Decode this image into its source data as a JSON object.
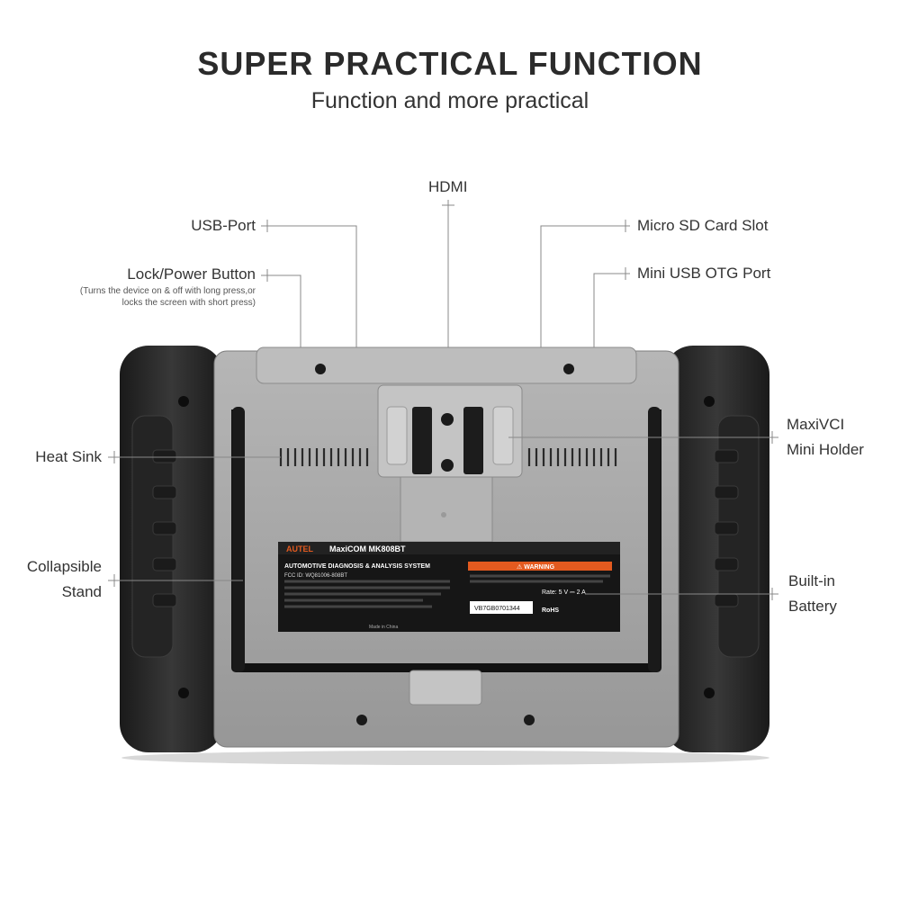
{
  "header": {
    "title": "SUPER PRACTICAL FUNCTION",
    "subtitle": "Function and more practical"
  },
  "callouts": {
    "hdmi": "HDMI",
    "usb_port": "USB-Port",
    "micro_sd": "Micro SD Card Slot",
    "lock_power": "Lock/Power Button",
    "lock_power_note_1": "(Turns the device on & off with long press,or",
    "lock_power_note_2": "locks the screen with short press)",
    "mini_usb_otg": "Mini USB OTG Port",
    "heat_sink": "Heat Sink",
    "maxivci_1": "MaxiVCI",
    "maxivci_2": "Mini Holder",
    "stand_1": "Collapsible",
    "stand_2": "Stand",
    "battery_1": "Built-in",
    "battery_2": "Battery"
  },
  "device_label": {
    "brand": "AUTEL",
    "model": "MaxiCOM MK808BT",
    "system": "AUTOMOTIVE DIAGNOSIS & ANALYSIS SYSTEM",
    "fcc": "FCC ID: WQ81006-808BT",
    "warning": "⚠ WARNING",
    "rate": "Rate: 5 V ⎓ 2 A",
    "rohs": "RoHS",
    "serial": "VB7GB0701344",
    "made_in": "Made in China"
  },
  "colors": {
    "bumper": "#2a2a2a",
    "shell": "#a6a6a6",
    "warning": "#e35a1f"
  }
}
